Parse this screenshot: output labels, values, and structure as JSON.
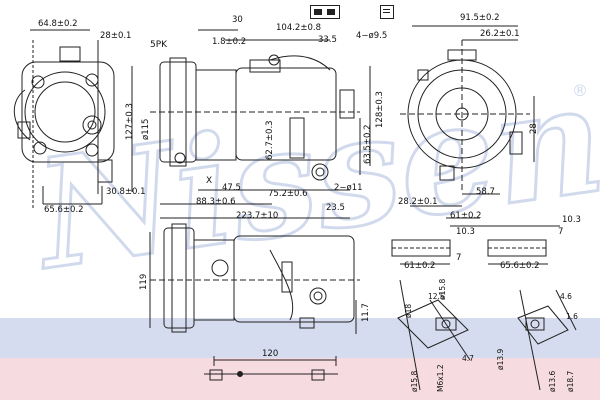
{
  "colors": {
    "watermark": "#c9d3ea",
    "band_blue": "#d5dcef",
    "band_pink": "#f6dbe1",
    "line": "#222222"
  },
  "watermark": {
    "text": "Nissens",
    "registered": "®"
  },
  "header_icons": {
    "left": "connector-symbol-icon",
    "right": "document-symbol-icon"
  },
  "labels": {
    "belt": "5PK",
    "axis_x": "X"
  },
  "dims": {
    "d01": "64.8±0.2",
    "d02": "28±0.1",
    "d03": "30",
    "d04": "104.2±0.8",
    "d05": "1.8±0.2",
    "d06": "33.5",
    "d07": "4−ø9.5",
    "d08": "91.5±0.2",
    "d09": "26.2±0.1",
    "d10": "ø115",
    "d11": "127±0.3",
    "d12": "62.7±0.3",
    "d13": "63.5±0.2",
    "d14": "128±0.3",
    "d15": "28",
    "d16": "47.5",
    "d17": "75.2±0.6",
    "d18": "2−ø11",
    "d19": "88.3±0.6",
    "d20": "23.5",
    "d21": "28.2±0.1",
    "d22": "58.7",
    "d23": "30.8±0.1",
    "d24": "65.6±0.2",
    "d25": "223.7±10",
    "d26": "61±0.2",
    "d27": "10.3",
    "d28": "119",
    "d29": "11.7",
    "d30": "10.3",
    "d31": "7",
    "d32": "7",
    "d33": "61±0.2",
    "d34": "65.6±0.2",
    "d35": "ø15.8",
    "d36": "ø18",
    "d37": "12.5",
    "d38": "4.7",
    "d39": "M6x1.2",
    "d40": "ø13.9",
    "d41": "4.6",
    "d42": "1.6",
    "d43": "ø13.6",
    "d44": "ø18.7",
    "d45": "ø15.8",
    "d46": "120"
  }
}
